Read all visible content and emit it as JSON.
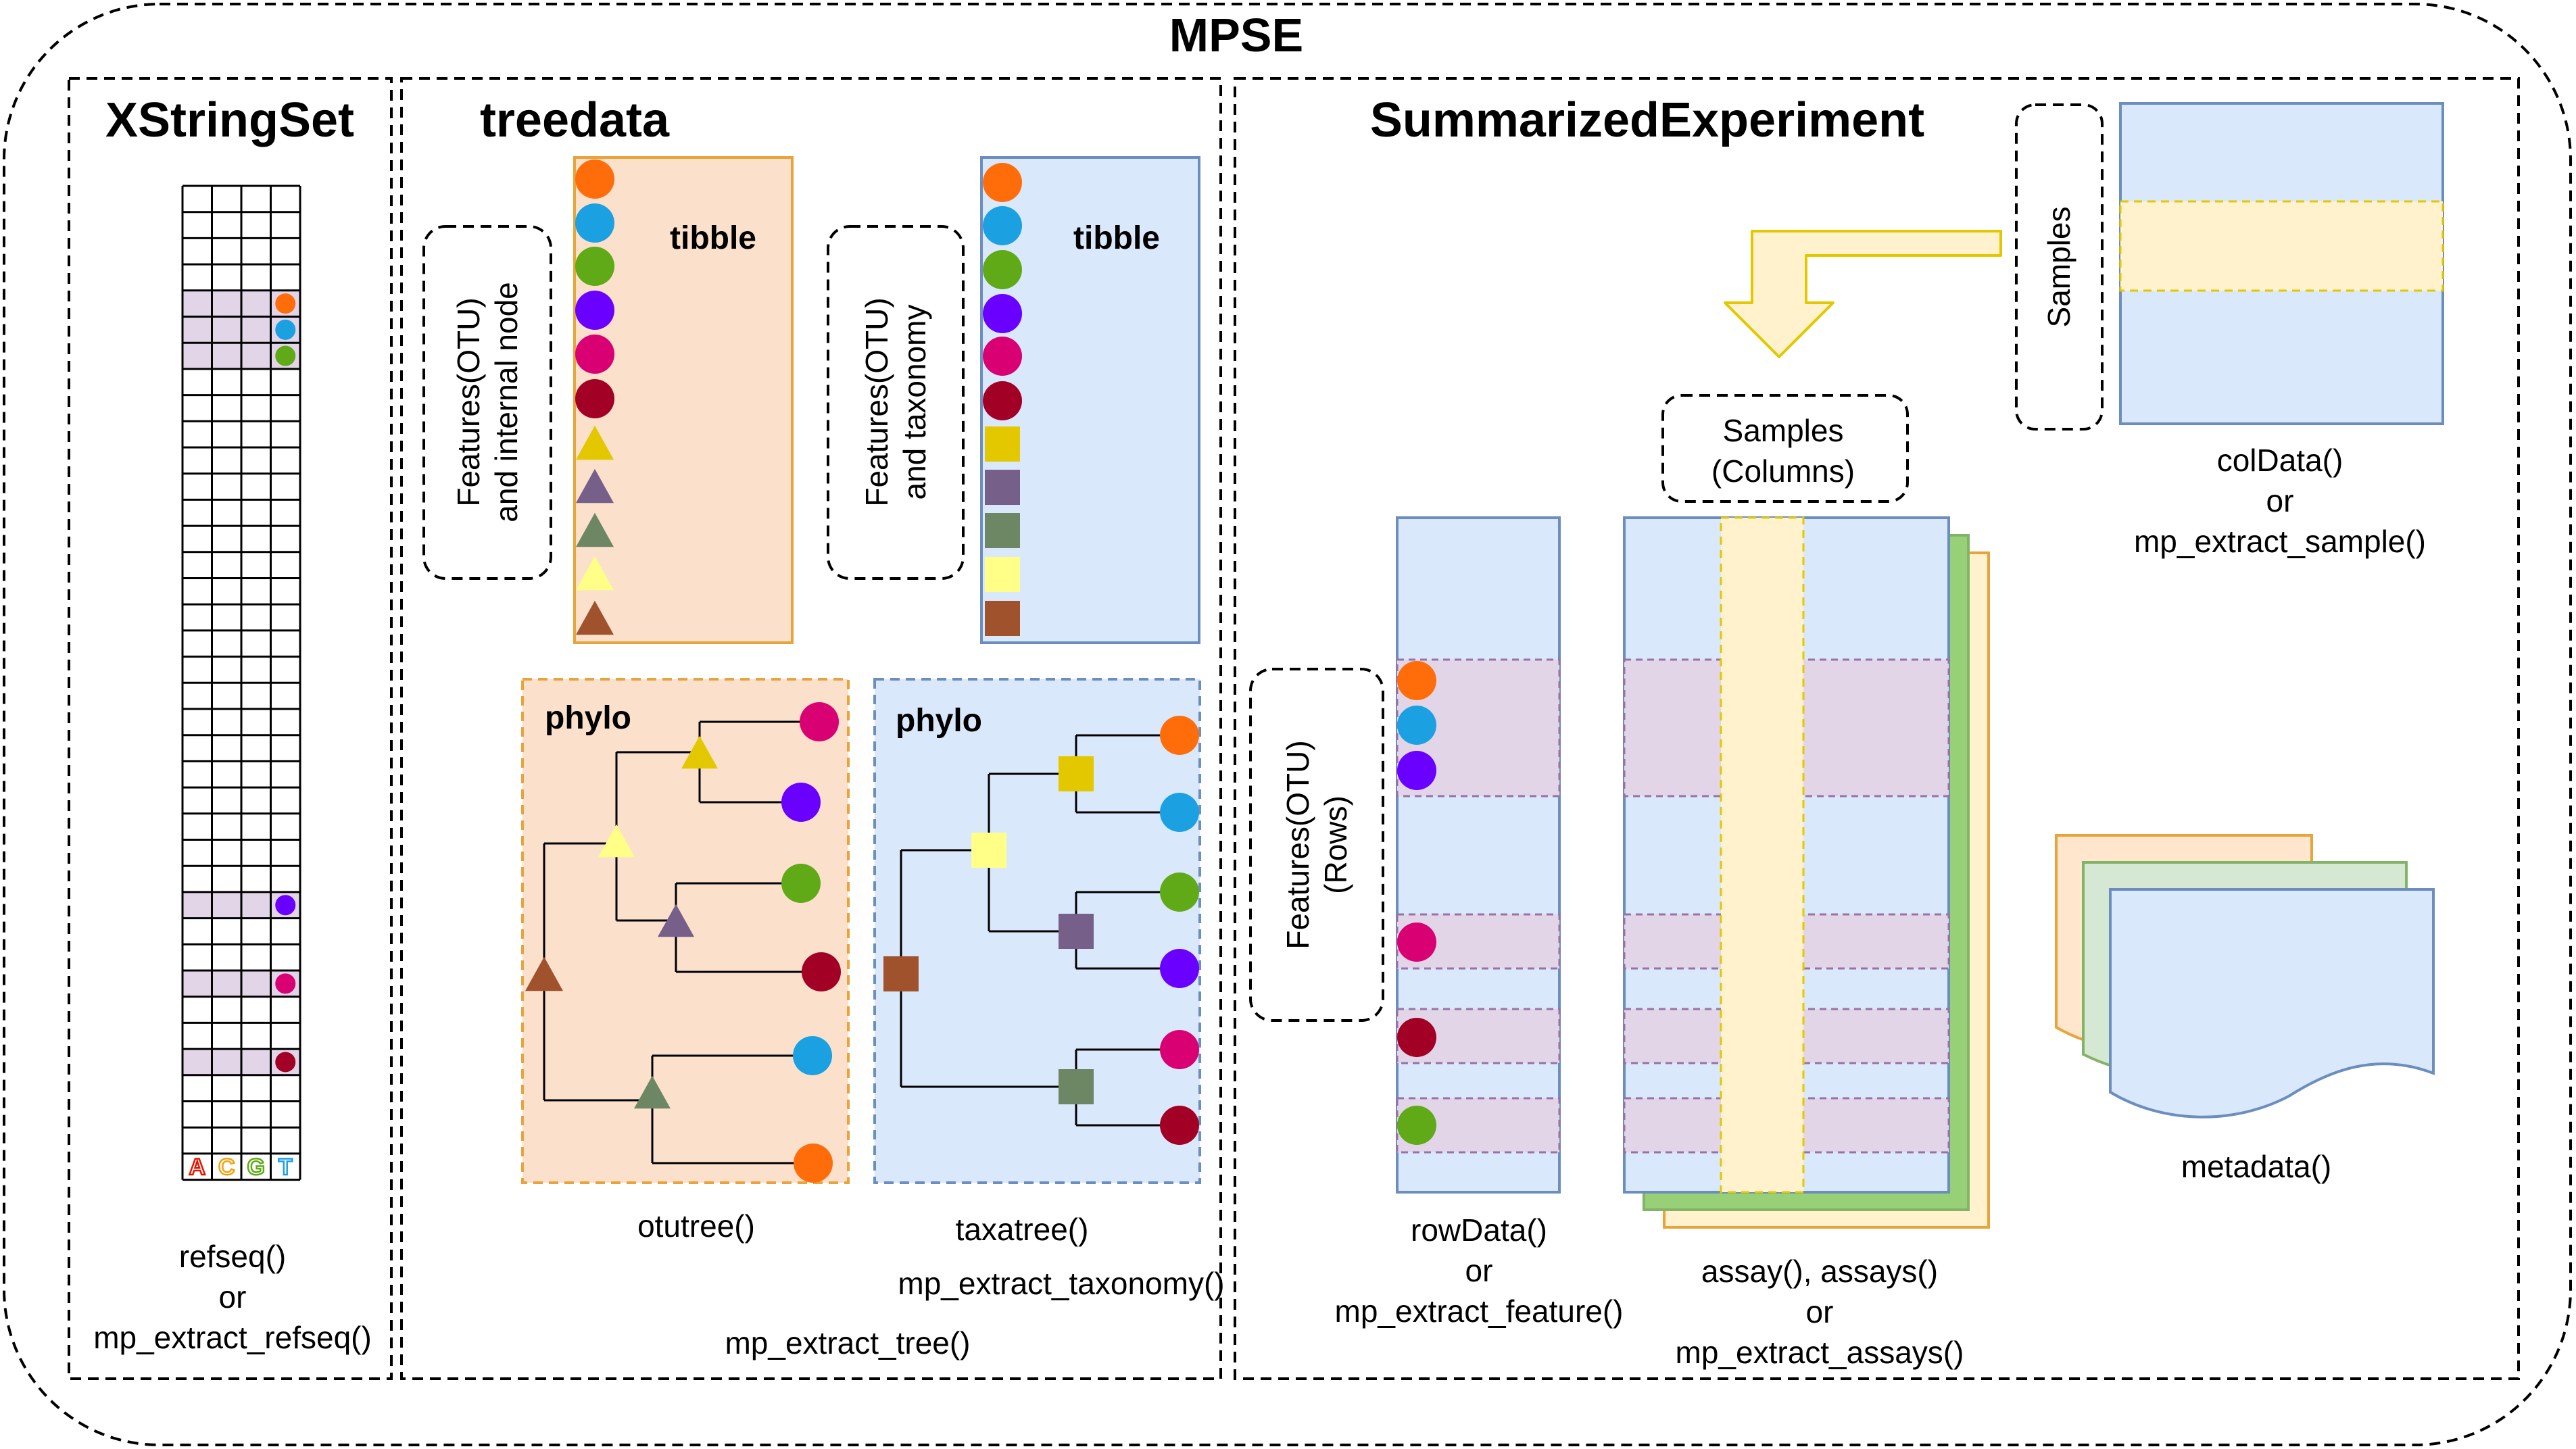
{
  "title": "MPSE",
  "xstringset": {
    "title": "XStringSet",
    "bases": [
      "A",
      "C",
      "G",
      "T"
    ],
    "func_lines": [
      "refseq()",
      "or",
      "mp_extract_refseq()"
    ]
  },
  "treedata": {
    "title": "treedata",
    "tibble1": {
      "label": "tibble",
      "side_label": [
        "Features(OTU)",
        "and internal node"
      ]
    },
    "tibble2": {
      "label": "tibble",
      "side_label": [
        "Features(OTU)",
        "and taxonomy"
      ]
    },
    "phylo1": {
      "label": "phylo",
      "func": "otutree()"
    },
    "phylo2": {
      "label": "phylo",
      "func_lines": [
        "taxatree()",
        "mp_extract_taxonomy()"
      ]
    },
    "func": "mp_extract_tree()"
  },
  "se": {
    "title": "SummarizedExperiment",
    "samples_col_label": "Samples",
    "coldata_func_lines": [
      "colData()",
      "or",
      "mp_extract_sample()"
    ],
    "samples_columns_label": [
      "Samples",
      "(Columns)"
    ],
    "features_rows_label": [
      "Features(OTU)",
      "(Rows)"
    ],
    "rowdata_func_lines": [
      "rowData()",
      "or",
      "mp_extract_feature()"
    ],
    "assay_func_lines": [
      "assay(), assays()",
      "or",
      "mp_extract_assays()"
    ],
    "metadata_func": "metadata()"
  },
  "colors": {
    "orange": "#FF6D0B",
    "blue": "#1BA1E2",
    "green": "#60A917",
    "purple": "#6A00FF",
    "magenta": "#D80073",
    "crimson": "#A20025",
    "yellow": "#E3C800",
    "lightyellow": "#FFFF88",
    "mauve": "#76608A",
    "olive": "#6D8764",
    "brown": "#A0522D",
    "peach_fill": "#FBE0CB",
    "peach_stroke": "#E8A33A",
    "lightblue_fill": "#DAE8FC",
    "lightblue_stroke": "#6C8EBF",
    "cream_fill": "#FFF2CC",
    "lavender_fill": "#E1D5E7",
    "green_sheet": "#97D077"
  }
}
